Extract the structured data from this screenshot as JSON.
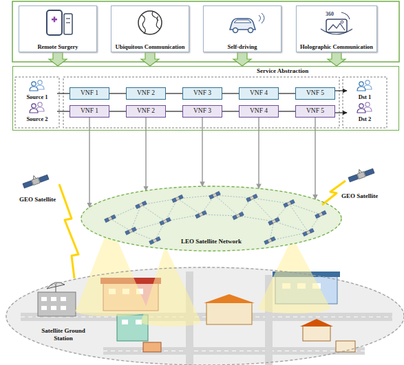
{
  "diagram": {
    "nodes": [
      {
        "text": [
          "Remote Surgery"
        ]
      },
      {
        "text": [
          "Ubiquitous Communication"
        ]
      },
      {
        "text": [
          "Self-driving"
        ]
      },
      {
        "text": [
          "360",
          "Holographic Communication"
        ]
      },
      {
        "text": [
          "Service Abstraction"
        ]
      },
      {
        "text": [
          "Source 1"
        ],
        "in": 4
      },
      {
        "text": [
          "VNF 1"
        ],
        "in": 4
      },
      {
        "text": [
          "VNF 2"
        ],
        "in": 4
      },
      {
        "text": [
          "VNF 3"
        ],
        "in": 4
      },
      {
        "text": [
          "VNF 4"
        ],
        "in": 4
      },
      {
        "text": [
          "VNF 5"
        ],
        "in": 4
      },
      {
        "text": [
          "Dst 1"
        ],
        "in": 4
      },
      {
        "text": [
          "Source 2"
        ],
        "in": 4
      },
      {
        "text": [
          "VNF 1"
        ],
        "in": 4
      },
      {
        "text": [
          "VNF 2"
        ],
        "in": 4
      },
      {
        "text": [
          "VNF 3"
        ],
        "in": 4
      },
      {
        "text": [
          "VNF 4"
        ],
        "in": 4
      },
      {
        "text": [
          "VNF 5"
        ],
        "in": 4
      },
      {
        "text": [
          "Dst 2"
        ],
        "in": 4
      },
      {
        "text": [
          "LEO Satellite Network"
        ]
      },
      {
        "text": [
          "Satellite Ground Station"
        ]
      }
    ],
    "edges": [
      {
        "from": 0,
        "to": 4,
        "arrow": "to"
      },
      {
        "from": 1,
        "to": 4,
        "arrow": "to"
      },
      {
        "from": 2,
        "to": 4,
        "arrow": "to"
      },
      {
        "from": 3,
        "to": 4,
        "arrow": "to"
      },
      {
        "from": 5,
        "to": 6,
        "arrow": "none"
      },
      {
        "from": 6,
        "to": 7,
        "arrow": "none"
      },
      {
        "from": 7,
        "to": 8,
        "arrow": "none"
      },
      {
        "from": 8,
        "to": 9,
        "arrow": "none"
      },
      {
        "from": 9,
        "to": 10,
        "arrow": "none"
      },
      {
        "from": 10,
        "to": 11,
        "arrow": "to"
      },
      {
        "from": 12,
        "to": 13,
        "arrow": "none"
      },
      {
        "from": 13,
        "to": 14,
        "arrow": "none"
      },
      {
        "from": 14,
        "to": 15,
        "arrow": "none"
      },
      {
        "from": 15,
        "to": 16,
        "arrow": "none"
      },
      {
        "from": 16,
        "to": 17,
        "arrow": "none"
      },
      {
        "from": 17,
        "to": 18,
        "arrow": "to"
      },
      {
        "from": 13,
        "to": 19,
        "arrow": "to"
      },
      {
        "from": 14,
        "to": 19,
        "arrow": "to"
      },
      {
        "from": 15,
        "to": 19,
        "arrow": "to"
      },
      {
        "from": 16,
        "to": 19,
        "arrow": "to"
      },
      {
        "from": 17,
        "to": 19,
        "arrow": "to"
      }
    ],
    "labels": [
      "GEO Satellite",
      "GEO Satellite"
    ]
  }
}
